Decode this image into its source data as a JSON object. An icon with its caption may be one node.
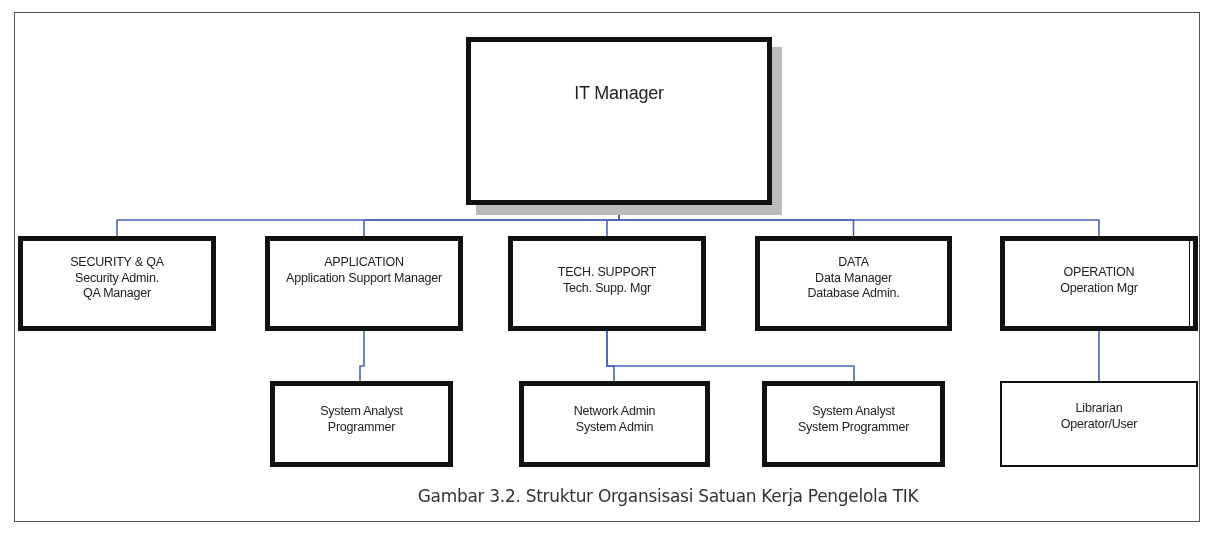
{
  "diagram": {
    "caption": "Gambar 3.2. Struktur Organsisasi Satuan Kerja Pengelola TIK",
    "nodes": [
      {
        "text": [
          "IT Manager"
        ]
      },
      {
        "text": [
          "SECURITY & QA",
          "Security Admin.",
          "QA Manager"
        ]
      },
      {
        "text": [
          "APPLICATION",
          "Application Support Manager"
        ]
      },
      {
        "text": [
          "TECH. SUPPORT",
          "Tech. Supp. Mgr"
        ]
      },
      {
        "text": [
          "DATA",
          "Data Manager",
          "Database Admin."
        ]
      },
      {
        "text": [
          "OPERATION",
          "Operation Mgr"
        ]
      },
      {
        "text": [
          "System Analyst",
          "Programmer"
        ]
      },
      {
        "text": [
          "Network Admin",
          "System Admin"
        ]
      },
      {
        "text": [
          "System Analyst",
          "System Programmer"
        ]
      },
      {
        "text": [
          "Librarian",
          "Operator/User"
        ]
      }
    ],
    "edges": [
      {
        "from": 0,
        "to": 1,
        "arrow": "none"
      },
      {
        "from": 0,
        "to": 2,
        "arrow": "none"
      },
      {
        "from": 0,
        "to": 3,
        "arrow": "none"
      },
      {
        "from": 0,
        "to": 4,
        "arrow": "none"
      },
      {
        "from": 0,
        "to": 5,
        "arrow": "none"
      },
      {
        "from": 2,
        "to": 6,
        "arrow": "none"
      },
      {
        "from": 3,
        "to": 7,
        "arrow": "none"
      },
      {
        "from": 3,
        "to": 8,
        "arrow": "none"
      },
      {
        "from": 5,
        "to": 9,
        "arrow": "none"
      }
    ]
  }
}
